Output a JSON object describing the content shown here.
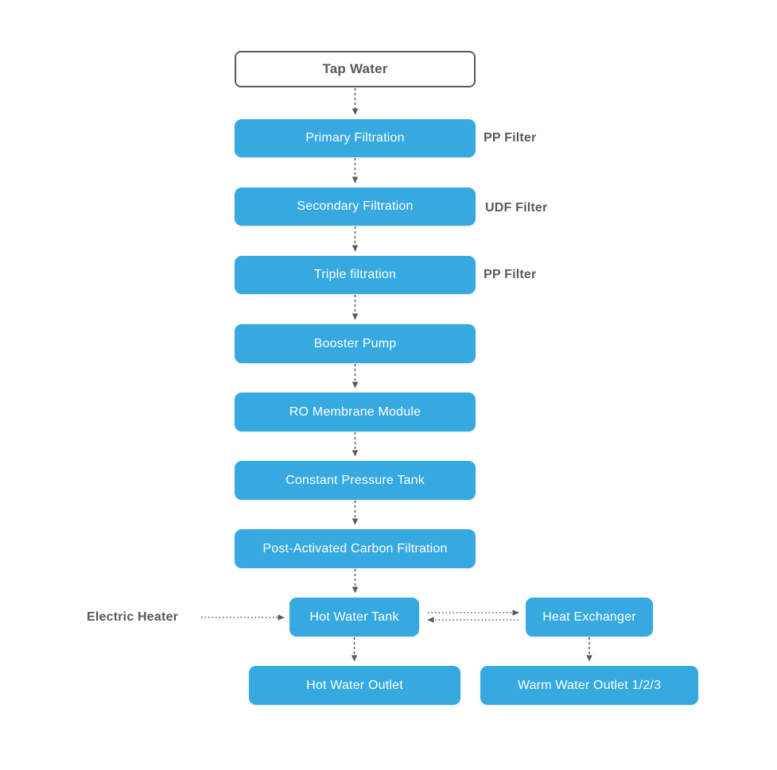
{
  "colors": {
    "accent_blue": "#36A9E1",
    "line_gray": "#58595B",
    "box_text": "#FFFFFF",
    "background": "#FFFFFF"
  },
  "flow": {
    "source": {
      "label": "Tap Water"
    },
    "steps": [
      {
        "label": "Primary Filtration",
        "side_note": "PP Filter"
      },
      {
        "label": "Secondary Filtration",
        "side_note": "UDF Filter"
      },
      {
        "label": "Triple filtration",
        "side_note": "PP Filter"
      },
      {
        "label": "Booster Pump",
        "side_note": ""
      },
      {
        "label": "RO Membrane Module",
        "side_note": ""
      },
      {
        "label": "Constant Pressure Tank",
        "side_note": ""
      },
      {
        "label": "Post-Activated Carbon Filtration",
        "side_note": ""
      }
    ],
    "electric_heater": {
      "label": "Electric Heater"
    },
    "hot_water_tank": {
      "label": "Hot Water Tank"
    },
    "heat_exchanger": {
      "label": "Heat Exchanger"
    },
    "hot_water_outlet": {
      "label": "Hot Water Outlet"
    },
    "warm_water_outlet": {
      "label": "Warm Water Outlet 1/2/3"
    }
  }
}
